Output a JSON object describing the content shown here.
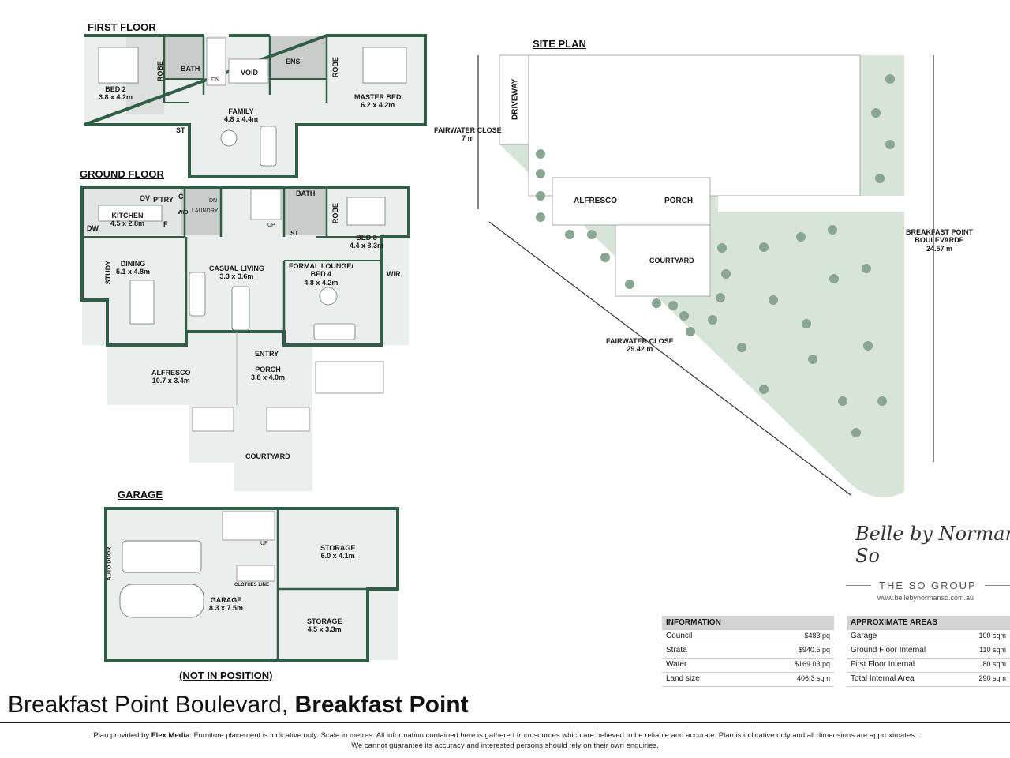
{
  "sections": {
    "first_floor": "FIRST FLOOR",
    "ground_floor": "GROUND FLOOR",
    "garage": "GARAGE",
    "site_plan": "SITE PLAN",
    "not_in_position": "(NOT IN POSITION)"
  },
  "first_floor_rooms": {
    "bed2": [
      "BED 2",
      "3.8 x 4.2m"
    ],
    "robe_a": "ROBE",
    "bath": "BATH",
    "dn": "DN",
    "void": "VOID",
    "ens": "ENS",
    "robe_b": "ROBE",
    "master": [
      "MASTER BED",
      "6.2 x 4.2m"
    ],
    "family": [
      "FAMILY",
      "4.8 x 4.4m"
    ],
    "st": "ST"
  },
  "ground_floor_rooms": {
    "ov": "OV",
    "ptry": "P'TRY",
    "c": "C",
    "kitchen": [
      "KITCHEN",
      "4.5 x 2.8m"
    ],
    "wd": "W/D",
    "laundry": "LAUNDRY",
    "dn": "DN",
    "bath": "BATH",
    "dw": "DW",
    "f": "F",
    "up": "UP",
    "st": "ST",
    "robe": "ROBE",
    "bed3": [
      "BED 3",
      "4.4 x 3.3m"
    ],
    "study": "STUDY",
    "dining": [
      "DINING",
      "5.1 x 4.8m"
    ],
    "casual": [
      "CASUAL LIVING",
      "3.3 x 3.6m"
    ],
    "formal": [
      "FORMAL LOUNGE/",
      "BED 4",
      "4.8 x 4.2m"
    ],
    "wir": "WIR",
    "entry": "ENTRY",
    "alfresco": [
      "ALFRESCO",
      "10.7 x 3.4m"
    ],
    "porch": [
      "PORCH",
      "3.8 x 4.0m"
    ],
    "courtyard": "COURTYARD"
  },
  "garage_rooms": {
    "up": "UP",
    "storage1": [
      "STORAGE",
      "6.0 x 4.1m"
    ],
    "auto_door": "AUTO DOOR",
    "clothes_line": "CLOTHES LINE",
    "garage": [
      "GARAGE",
      "8.3 x 7.5m"
    ],
    "storage2": [
      "STORAGE",
      "4.5 x 3.3m"
    ]
  },
  "site_plan": {
    "driveway": "DRIVEWAY",
    "alfresco": "ALFRESCO",
    "porch": "PORCH",
    "courtyard": "COURTYARD",
    "fairwater_close_top": [
      "FAIRWATER CLOSE",
      "7 m"
    ],
    "breakfast_point": [
      "BREAKFAST POINT",
      "BOULEVARDE",
      "24.57 m"
    ],
    "fairwater_close_diag": [
      "FAIRWATER CLOSE",
      "29.42 m"
    ]
  },
  "brand": {
    "script": "Belle by Norman So",
    "group": "THE SO GROUP",
    "url": "www.bellebynormanso.com.au"
  },
  "information": {
    "header": "INFORMATION",
    "rows": [
      {
        "label": "Council",
        "value": "$483 pq"
      },
      {
        "label": "Strata",
        "value": "$940.5 pq"
      },
      {
        "label": "Water",
        "value": "$169.03 pq"
      },
      {
        "label": "Land size",
        "value": "406.3 sqm"
      }
    ]
  },
  "areas": {
    "header": "APPROXIMATE AREAS",
    "rows": [
      {
        "label": "Garage",
        "value": "100 sqm"
      },
      {
        "label": "Ground Floor Internal",
        "value": "110 sqm"
      },
      {
        "label": "First Floor Internal",
        "value": "80 sqm"
      },
      {
        "label": "Total Internal Area",
        "value": "290 sqm"
      }
    ]
  },
  "title": {
    "street": "Breakfast Point Boulevard, ",
    "suburb": "Breakfast Point"
  },
  "disclaimer": {
    "prefix": "Plan provided by ",
    "provider": "Flex Media",
    "line1": ". Furniture placement is indicative only. Scale in metres. All information contained here is gathered from sources which are believed to be reliable and accurate. Plan is indicative only and all dimensions are approximates.",
    "line2": "We cannot guarantee its accuracy and interested persons should rely on their own enquiries."
  },
  "colors": {
    "wall": "#2f5d45",
    "floor": "#eceeed",
    "wet_area": "#c9cccb",
    "lawn": "#d8e3da",
    "tree": "#8aa594"
  }
}
